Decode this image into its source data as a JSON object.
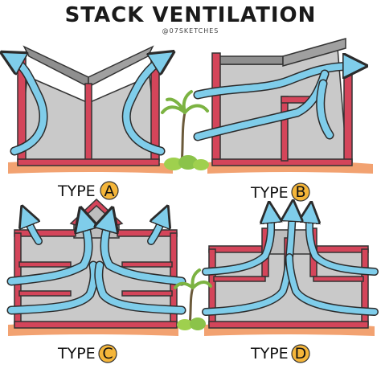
{
  "title": "STACK VENTILATION",
  "credit": "@07SKETCHES",
  "panels": [
    {
      "word": "TYPE",
      "letter": "A"
    },
    {
      "word": "TYPE",
      "letter": "B"
    },
    {
      "word": "TYPE",
      "letter": "C"
    },
    {
      "word": "TYPE",
      "letter": "D"
    }
  ],
  "colors": {
    "wall": "#d4455a",
    "wall_shade": "#8f8f8f",
    "interior": "#c9c9c9",
    "airflow": "#7fcdea",
    "ground": "#f2a271",
    "badge": "#f5b63a",
    "foliage": "#9fd04e"
  },
  "icons": [
    "airflow-arrow",
    "palm-tree-icon",
    "shrub-icon"
  ]
}
